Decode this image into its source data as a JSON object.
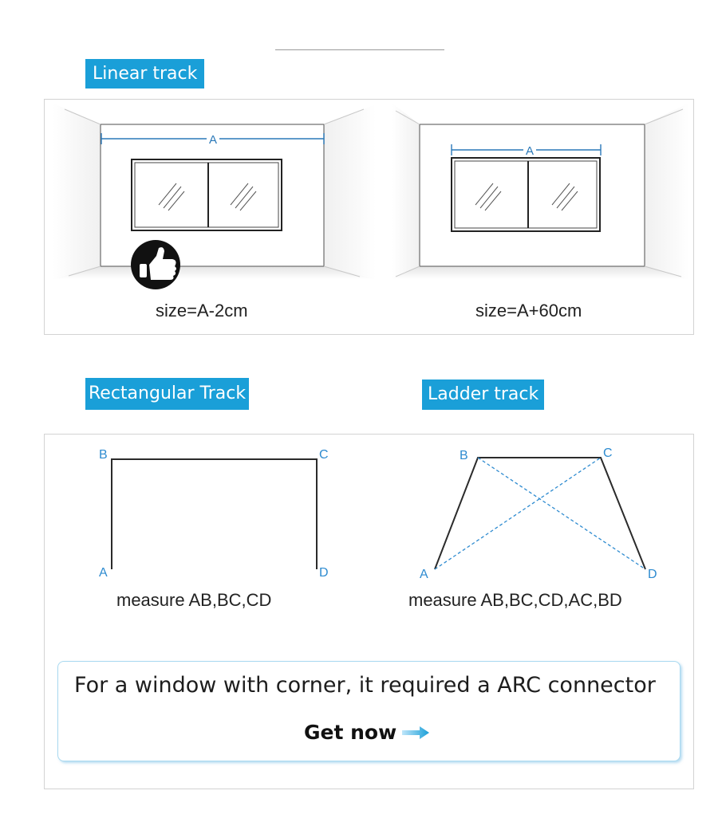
{
  "sections": {
    "linear": {
      "title": "Linear track",
      "left": {
        "dimension_label": "A",
        "caption": "size=A-2cm",
        "recommended_icon": "thumbs-up-icon"
      },
      "right": {
        "dimension_label": "A",
        "caption": "size=A+60cm"
      }
    },
    "rectangular": {
      "title": "Rectangular Track",
      "points": [
        "A",
        "B",
        "C",
        "D"
      ],
      "caption": "measure AB,BC,CD"
    },
    "ladder": {
      "title": "Ladder track",
      "points": [
        "A",
        "B",
        "C",
        "D"
      ],
      "caption": "measure AB,BC,CD,AC,BD"
    }
  },
  "cta": {
    "text": "For a window with corner, it required a ARC connector",
    "button_label": "Get now",
    "button_icon": "arrow-right-icon"
  },
  "colors": {
    "accent": "#1a9fd8",
    "dimension_line": "#2a78b8",
    "label_blue": "#2e8bd0",
    "track_line": "#2b2b2b"
  }
}
